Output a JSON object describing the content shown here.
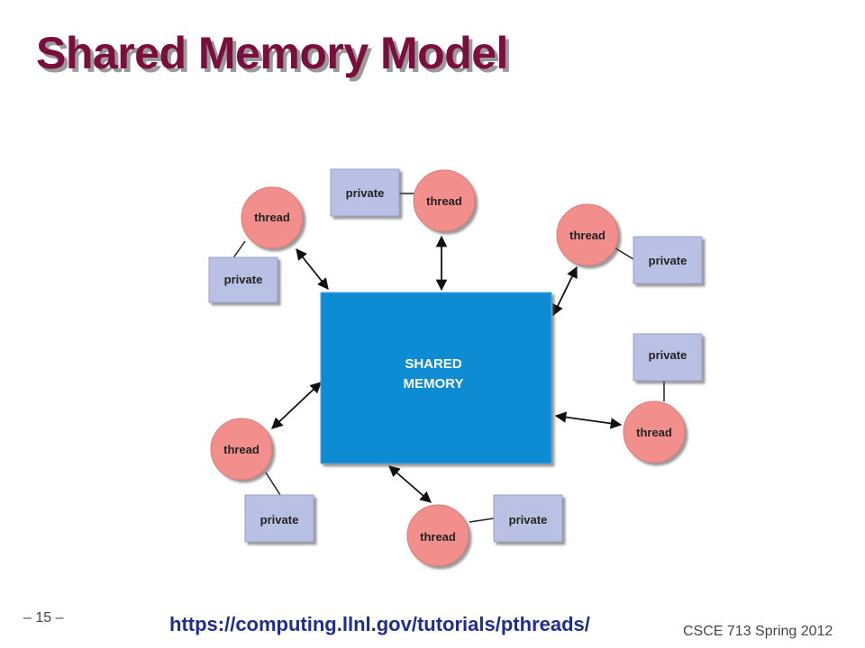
{
  "slide": {
    "title": "Shared Memory Model",
    "page_number": "– 15 –",
    "course": "CSCE 713 Spring 2012",
    "url": "https://computing.llnl.gov/tutorials/pthreads/"
  },
  "diagram": {
    "shared_memory": {
      "line1": "SHARED",
      "line2": "MEMORY"
    },
    "thread_label": "thread",
    "private_label": "private",
    "colors": {
      "shared_memory": "#0a8cd4",
      "thread": "#f28f8c",
      "private": "#b9c0e3",
      "title": "#7a0f3d",
      "url": "#1f2d8f"
    }
  }
}
